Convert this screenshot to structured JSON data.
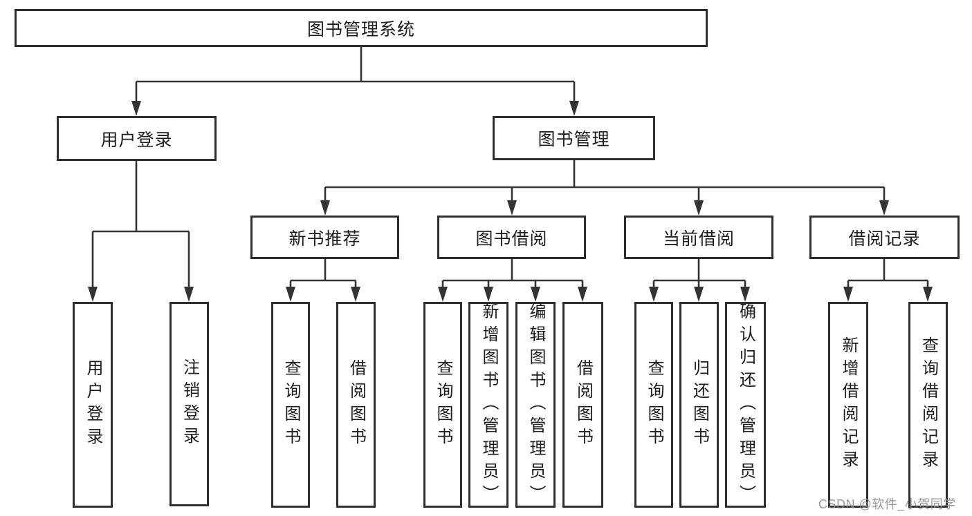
{
  "diagram": {
    "root": {
      "label": "图书管理系统"
    },
    "level1": {
      "user_login": {
        "label": "用户登录"
      },
      "book_management": {
        "label": "图书管理"
      }
    },
    "level2": {
      "new_book_recommend": {
        "label": "新书推荐"
      },
      "book_borrowing": {
        "label": "图书借阅"
      },
      "current_borrowing": {
        "label": "当前借阅"
      },
      "borrowing_records": {
        "label": "借阅记录"
      }
    },
    "leaves": {
      "user_login": [
        {
          "label": "用户登录"
        },
        {
          "label": "注销登录"
        }
      ],
      "new_book_recommend": [
        {
          "label": "查询图书"
        },
        {
          "label": "借阅图书"
        }
      ],
      "book_borrowing": [
        {
          "label": "查询图书"
        },
        {
          "label": "新增图书（管理员）"
        },
        {
          "label": "编辑图书（管理员）"
        },
        {
          "label": "借阅图书"
        }
      ],
      "current_borrowing": [
        {
          "label": "查询图书"
        },
        {
          "label": "归还图书"
        },
        {
          "label": "确认归还（管理员）"
        }
      ],
      "borrowing_records": [
        {
          "label": "新增借阅记录"
        },
        {
          "label": "查询借阅记录"
        }
      ]
    },
    "watermark": "CSDN @软件_小贺同学",
    "colors": {
      "line": "#333333",
      "border": "#2e2e2e",
      "text": "#1d1d1d",
      "watermark": "#8d8d8d",
      "background": "#ffffff"
    }
  }
}
